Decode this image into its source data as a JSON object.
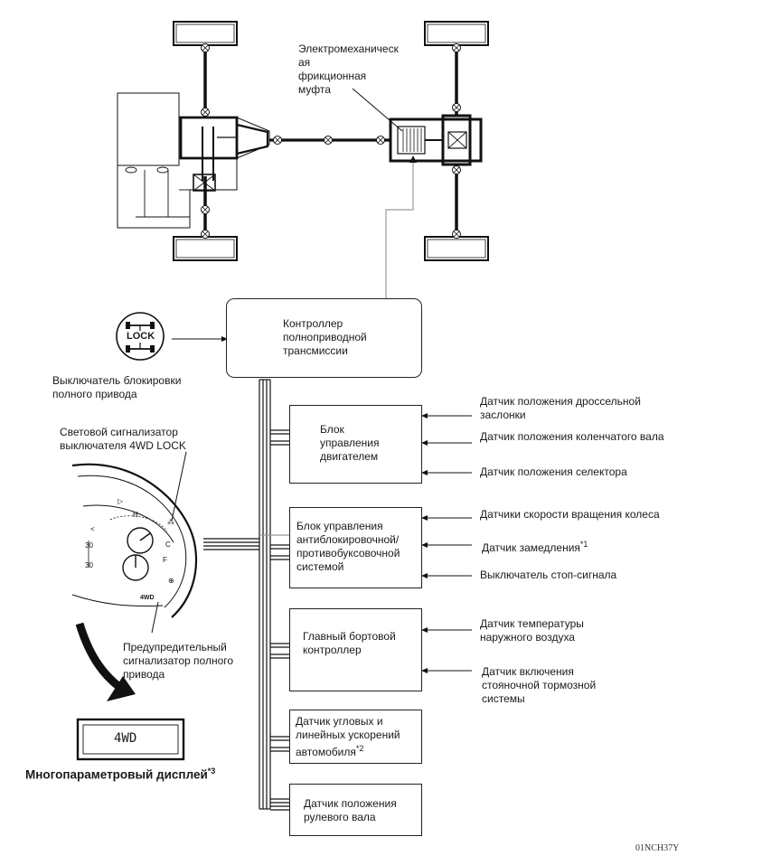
{
  "labels": {
    "coupling": "Электромеханическ\nая\nфрикционная\nмуфта",
    "lock_switch": "Выключатель блокировки\nполного привода",
    "lock_icon_text": "LOCK",
    "indicator_lamp": "Световой сигнализатор\nвыключателя 4WD LOCK",
    "warning_lamp": "Предупредительный\nсигнализатор полного\nпривода",
    "multi_display": "Многопараметровый дисплей",
    "multi_display_note": "*3",
    "display_text": "4WD",
    "cluster_4wd": "4WD",
    "figure_ref": "01NCH37Y"
  },
  "boxes": {
    "controller": "Контроллер\nполноприводной\nтрансмиссии",
    "ecm": "Блок\nуправления\nдвигателем",
    "abs": "Блок управления\nантиблокировочной/\nпротивобуксовочной\nсистемой",
    "bcm": "Главный бортовой\nконтроллер",
    "accel_sensor": "Датчик угловых и\nлинейных ускорений\nавтомобиля",
    "accel_sensor_note": "*2",
    "steering_sensor": "Датчик положения\nрулевого вала"
  },
  "inputs": {
    "throttle": "Датчик положения  дроссельной\nзаслонки",
    "crank": "Датчик положения коленчатого вала",
    "selector": "Датчик положения селектора",
    "wheel_speed": "Датчики скорости вращения колеса",
    "decel": "Датчик замедления",
    "decel_note": "*1",
    "brake_switch": "Выключатель стоп-сигнала",
    "outside_temp": "Датчик температуры\nнаружного воздуха",
    "parking_brake": "Датчик включения\nстояночной тормозной\nсистемы"
  }
}
